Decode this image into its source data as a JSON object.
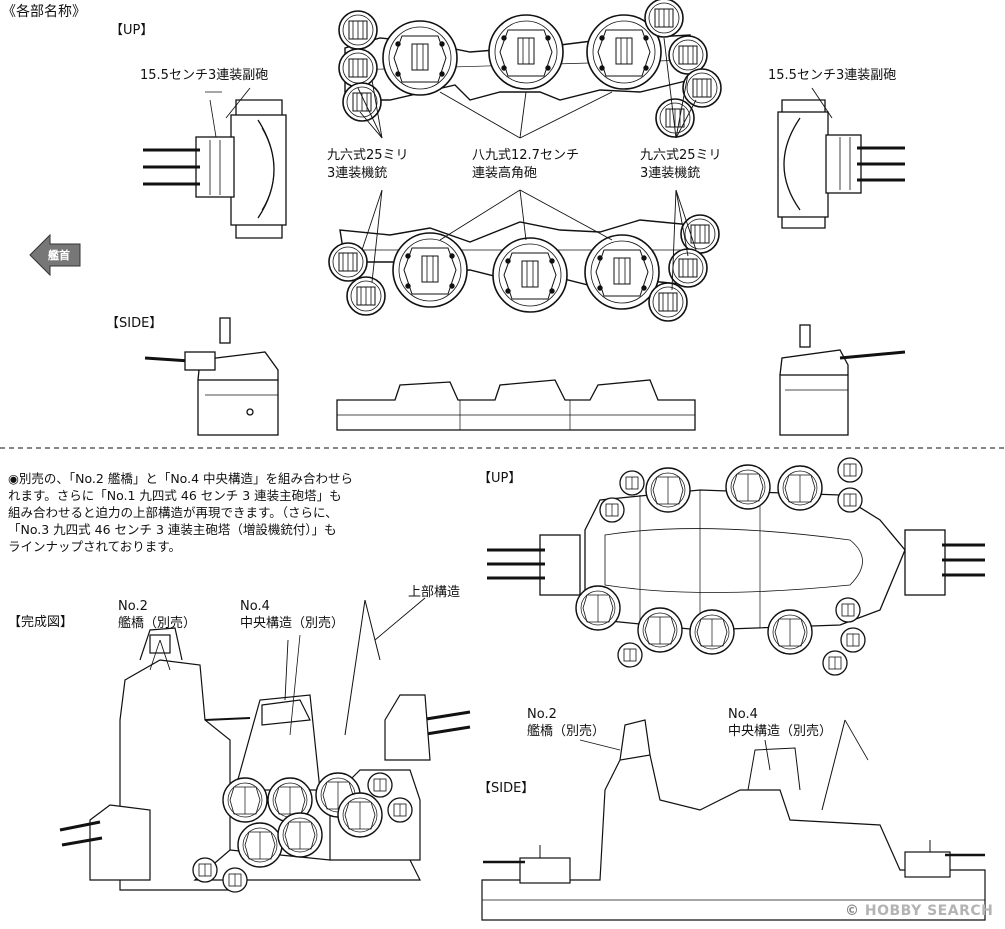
{
  "heading": "《各部名称》",
  "top": {
    "up_label": "【UP】",
    "side_label": "【SIDE】",
    "left_gun_label": "15.5センチ3連装副砲",
    "right_gun_label": "15.5センチ3連装副砲",
    "left_aa_label": [
      "九六式25ミリ",
      "3連装機銃"
    ],
    "center_aa_label": [
      "八九式12.7センチ",
      "連装高角砲"
    ],
    "right_aa_label": [
      "九六式25ミリ",
      "3連装機銃"
    ],
    "bow_arrow_text": "艦首"
  },
  "bottom": {
    "note_lines": [
      "◉別売の、「No.2 艦橋」と「No.4 中央構造」を組み合わせら",
      "れます。さらに「No.1 九四式 46 センチ 3 連装主砲塔」も",
      "組み合わせると迫力の上部構造が再現できます。（さらに、",
      "「No.3 九四式 46 センチ 3 連装主砲塔（増設機銃付）」も",
      "ラインナップされております。"
    ],
    "complete_label": "【完成図】",
    "upper_structure_label": "上部構造",
    "no2_label": [
      "No.2",
      "艦橋（別売）"
    ],
    "no4_label": [
      "No.4",
      "中央構造（別売）"
    ],
    "up_label": "【UP】",
    "side_label": "【SIDE】",
    "side_no2_label": [
      "No.2",
      "艦橋（別売）"
    ],
    "side_no4_label": [
      "No.4",
      "中央構造（別売）"
    ]
  },
  "watermark": {
    "prefix": "©",
    "brand": "HOBBY SEARCH"
  }
}
